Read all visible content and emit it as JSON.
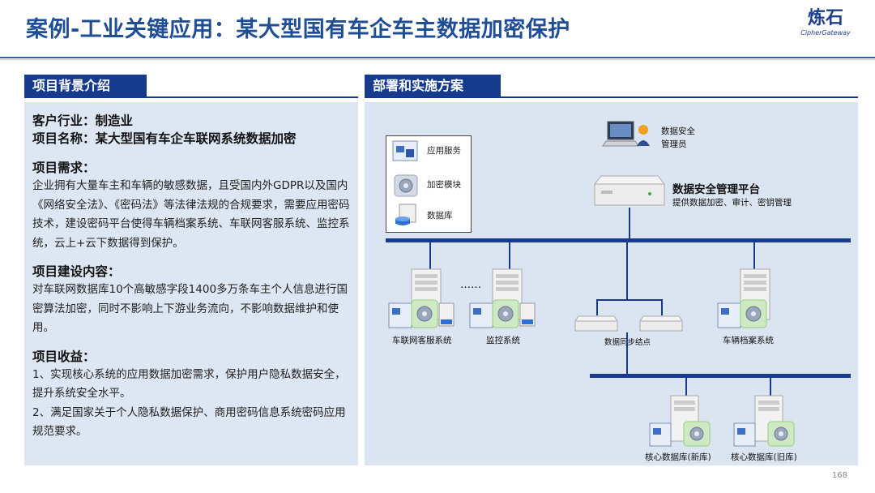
{
  "header": {
    "title": "案例-工业关键应用：某大型国有车企车主数据加密保护",
    "logo_cn": "炼石",
    "logo_en": "CipherGateway"
  },
  "left": {
    "tab_label": "项目背景介绍",
    "industry": "客户行业：制造业",
    "project_name": "项目名称：某大型国有车企车联网系统数据加密",
    "needs_heading": "项目需求：",
    "needs_text": "企业拥有大量车主和车辆的敏感数据，且受国内外GDPR以及国内《网络安全法》、《密码法》等法律法规的合规要求，需要应用密码技术，建设密码平台使得车辆档案系统、车联网客服系统、监控系统，云上+云下数据得到保护。",
    "build_heading": "项目建设内容：",
    "build_text": "对车联网数据库10个高敏感字段1400多万条车主个人信息进行国密算法加密，同时不影响上下游业务流向，不影响数据维护和使用。",
    "benefit_heading": "项目收益：",
    "benefit_1": "1、实现核心系统的应用数据加密需求，保护用户隐私数据安全，提升系统安全水平。",
    "benefit_2": "2、满足国家关于个人隐私数据保护、商用密码信息系统密码应用规范要求。"
  },
  "right": {
    "tab_label": "部署和实施方案",
    "legend": {
      "app_service": "应用服务",
      "crypto_module": "加密模块",
      "database": "数据库"
    },
    "admin_label_1": "数据安全",
    "admin_label_2": "管理员",
    "platform_title": "数据安全管理平台",
    "platform_desc": "提供数据加密、审计、密钥管理",
    "ellipsis": "……",
    "sys_customer": "车联网客服系统",
    "sys_monitor": "监控系统",
    "sync_node": "数据同步结点",
    "sys_archive": "车辆档案系统",
    "core_db_new": "核心数据库(新库)",
    "core_db_old": "核心数据库(旧库)"
  },
  "footer": {
    "page": "168"
  },
  "colors": {
    "title": "#1f4e96",
    "tab": "#163b8c",
    "panel": "#dde6f3",
    "bus": "#163b8c"
  }
}
